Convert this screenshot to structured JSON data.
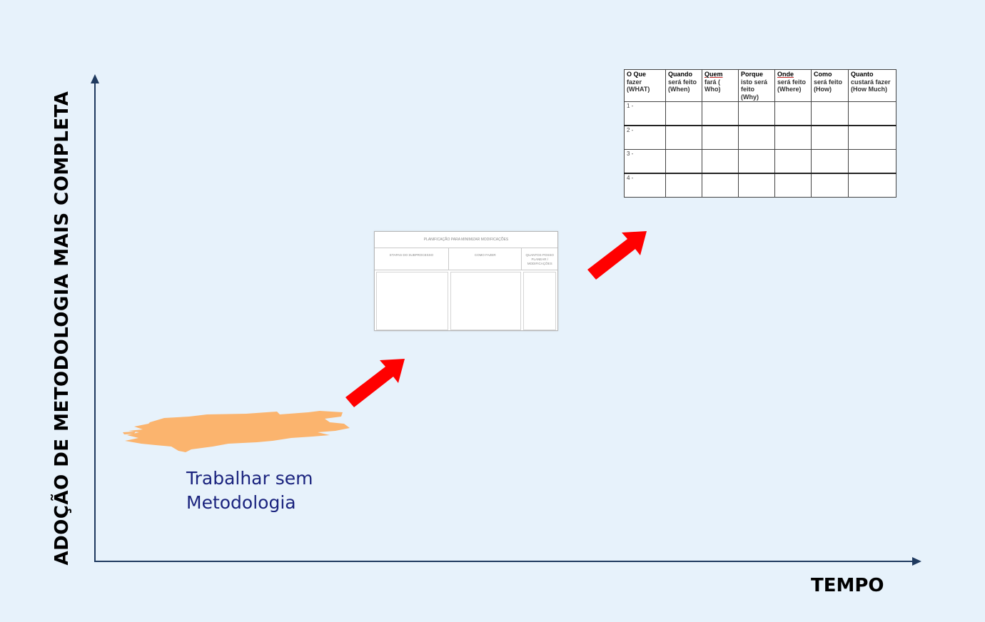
{
  "axes": {
    "y_label": "ADOÇÃO DE METODOLOGIA MAIS COMPLETA",
    "x_label": "TEMPO"
  },
  "stage1": {
    "label_line1": "Trabalhar sem",
    "label_line2": "Metodologia"
  },
  "stage2": {
    "title": "PLANIFICAÇÃO PARA MINIMIZAR MODIFICAÇÕES",
    "columns": [
      "ETAPAS DO SUBPROCESSO",
      "COMO FAZER",
      "QUANTOS POSSO PLANEAR / MODIFICAÇÕES"
    ]
  },
  "stage3": {
    "headers": [
      {
        "bold": "O Que",
        "rest": "fazer (WHAT)"
      },
      {
        "bold": "Quando",
        "rest": "será feito (When)"
      },
      {
        "bold": "Quem",
        "rest": "fará ( Who)"
      },
      {
        "bold": "Porque",
        "rest": "isto será feito (Why)"
      },
      {
        "bold": "Onde",
        "rest": "será feito (Where)"
      },
      {
        "bold": "Como",
        "rest": "será feito (How)"
      },
      {
        "bold": "Quanto",
        "rest": "custará fazer (How Much)"
      }
    ],
    "rows": [
      "1 -",
      "2 -",
      "3 -",
      "4 -"
    ]
  },
  "colors": {
    "background": "#e7f2fb",
    "axis": "#1f3a5f",
    "arrow": "#ff0000",
    "blob": "#fbb46e",
    "label": "#1a237e"
  }
}
